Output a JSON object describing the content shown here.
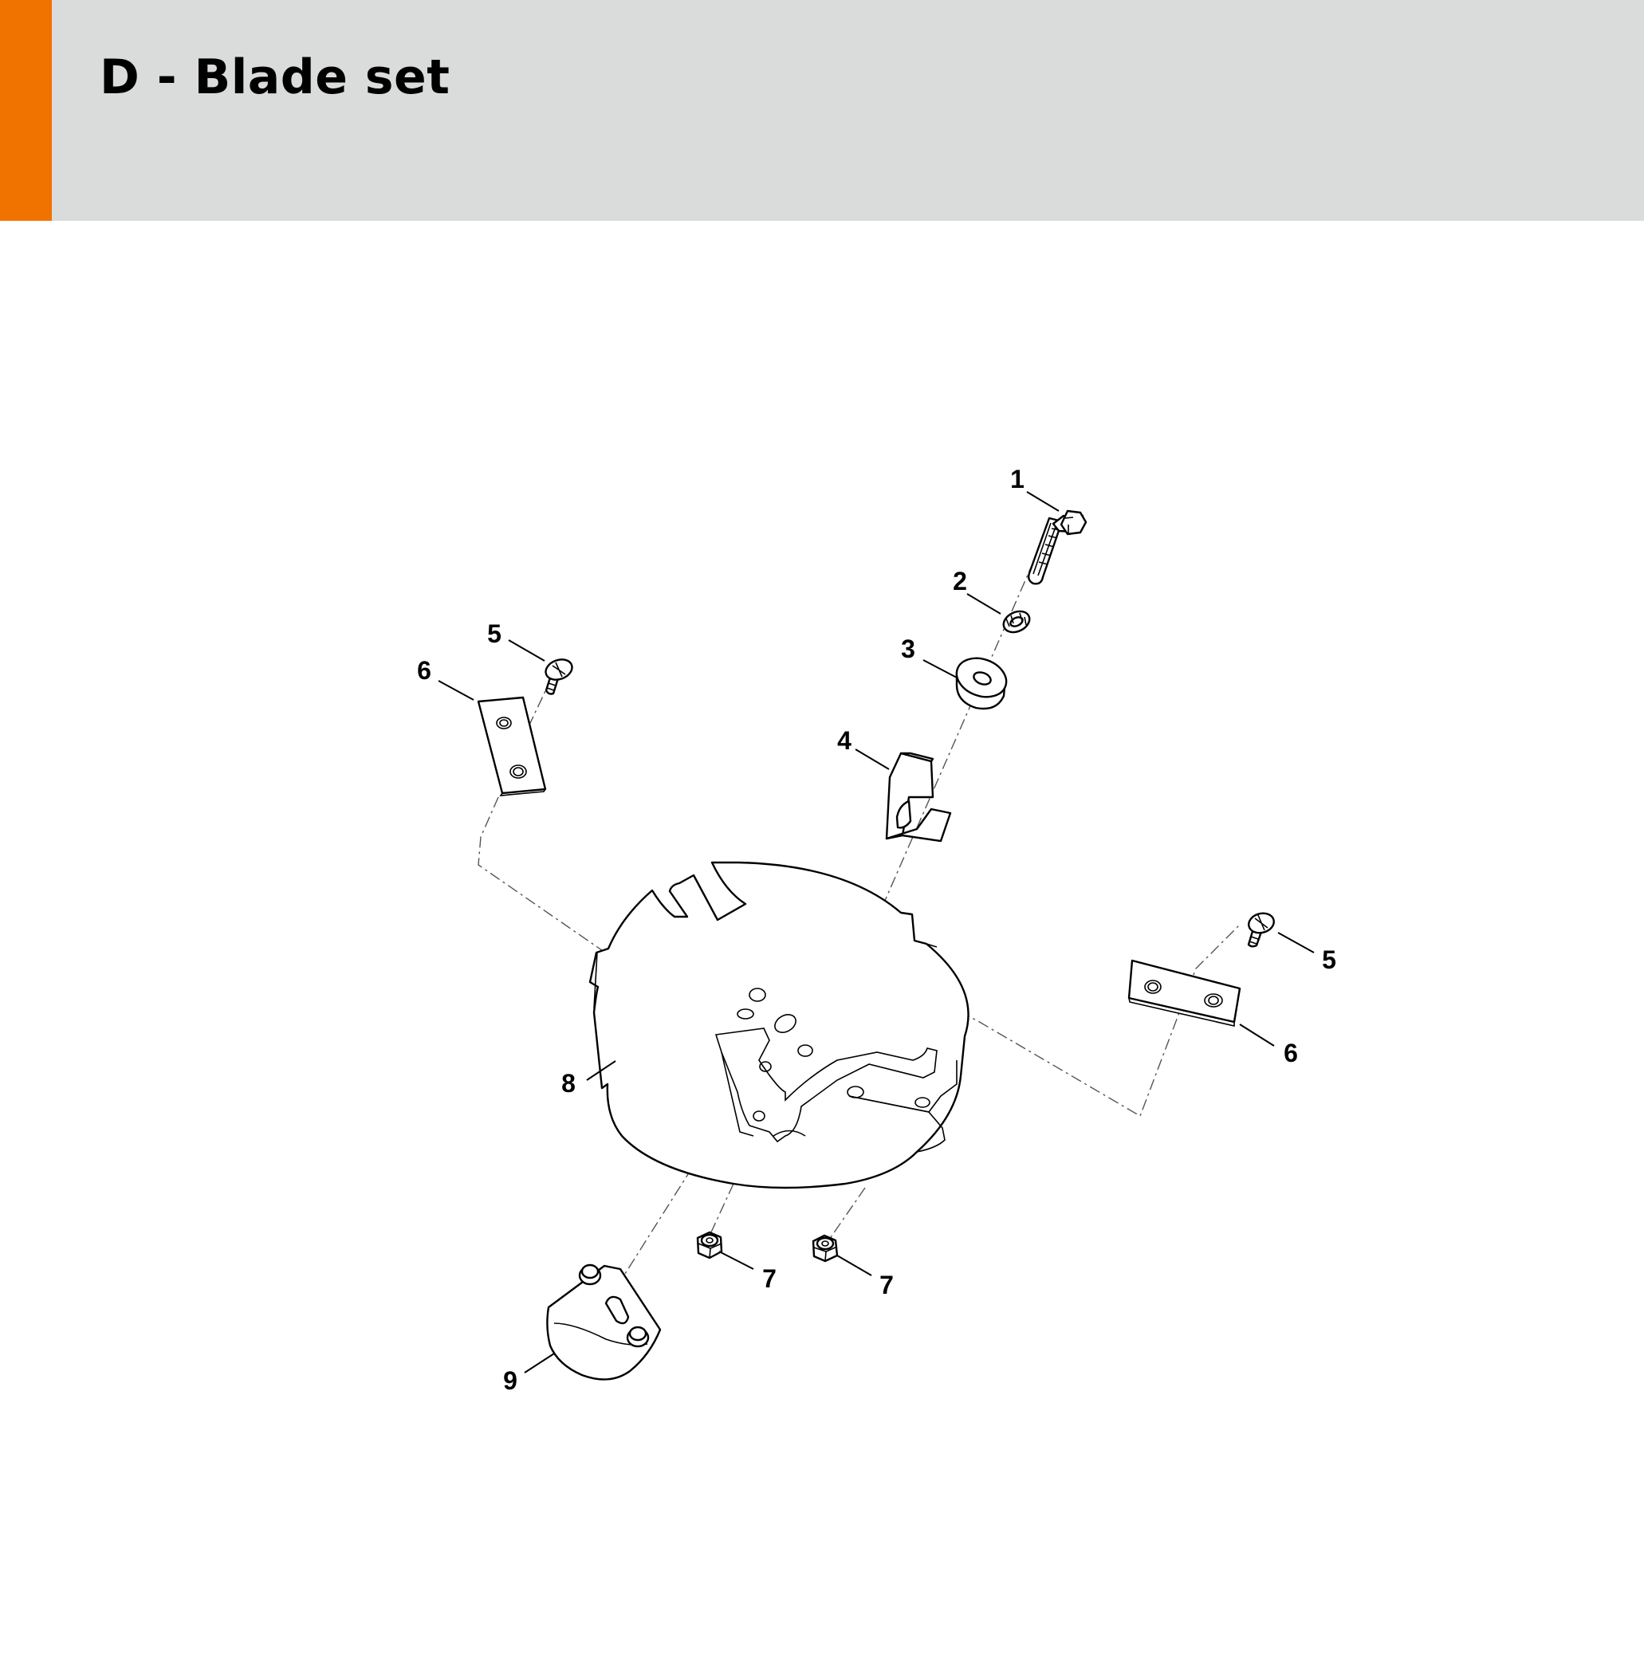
{
  "header": {
    "title": "D - Blade set",
    "accent_color": "#f07300",
    "background_color": "#dadcdb"
  },
  "diagram": {
    "callouts": [
      {
        "id": "c1",
        "label": "1"
      },
      {
        "id": "c2",
        "label": "2"
      },
      {
        "id": "c3",
        "label": "3"
      },
      {
        "id": "c4",
        "label": "4"
      },
      {
        "id": "c5a",
        "label": "5"
      },
      {
        "id": "c6a",
        "label": "6"
      },
      {
        "id": "c5b",
        "label": "5"
      },
      {
        "id": "c6b",
        "label": "6"
      },
      {
        "id": "c7a",
        "label": "7"
      },
      {
        "id": "c7b",
        "label": "7"
      },
      {
        "id": "c8",
        "label": "8"
      },
      {
        "id": "c9",
        "label": "9"
      }
    ]
  }
}
